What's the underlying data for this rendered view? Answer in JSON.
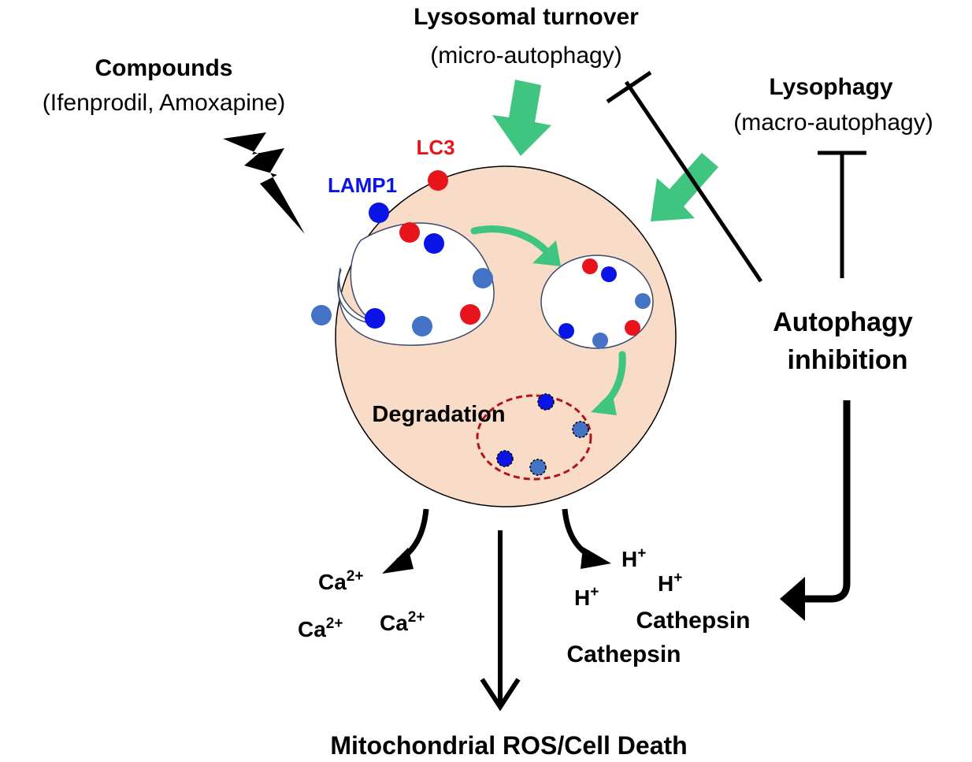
{
  "labels": {
    "compounds_title": "Compounds",
    "compounds_sub": "(Ifenprodil, Amoxapine)",
    "lysosomal_title": "Lysosomal turnover",
    "lysosomal_sub": "(micro-autophagy)",
    "lysophagy_title": "Lysophagy",
    "lysophagy_sub": "(macro-autophagy)",
    "lc3": "LC3",
    "lamp1": "LAMP1",
    "degradation": "Degradation",
    "autophagy_line1": "Autophagy",
    "autophagy_line2": "inhibition",
    "ca_base": "Ca",
    "ca_charge": "2+",
    "h_base": "H",
    "h_charge": "+",
    "cathepsin": "Cathepsin",
    "outcome": "Mitochondrial ROS/Cell Death"
  },
  "colors": {
    "lysosome_fill": "#f9dcc8",
    "green_arrow": "#3fc57f",
    "lc3_red": "#e8141c",
    "lamp1_blue": "#0a14e6",
    "steel_blue": "#4472c4",
    "degradation_border": "#b0151c"
  }
}
